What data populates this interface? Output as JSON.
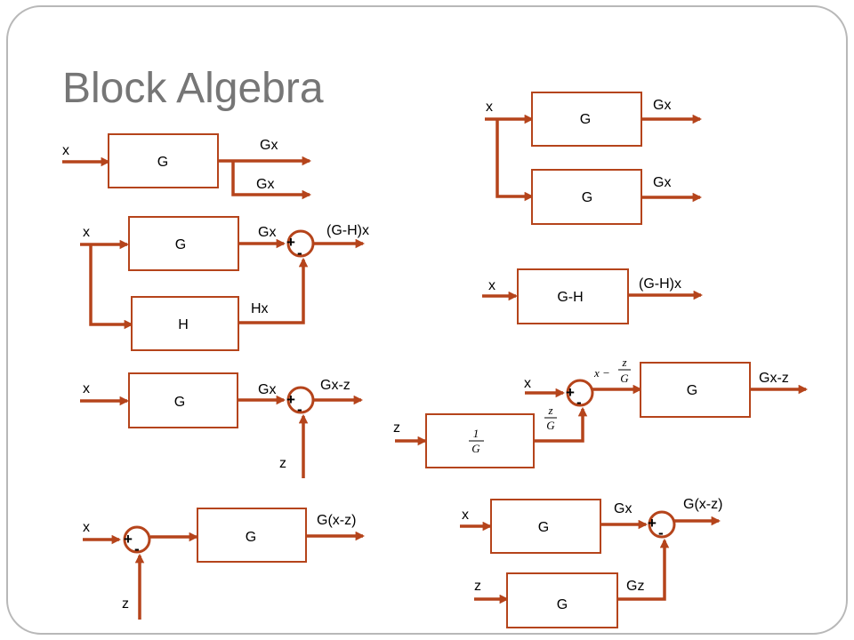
{
  "title": "Block Algebra",
  "colors": {
    "accent": "#b5441b",
    "title": "#767676",
    "border": "#b8b8b8"
  },
  "labels": {
    "x": "x",
    "z": "z",
    "G": "G",
    "H": "H",
    "GminusH": "G-H",
    "Gx": "Gx",
    "Hx": "Hx",
    "Gz": "Gz",
    "GHx": "(G-H)x",
    "Gxz": "Gx-z",
    "Gofxz": "G(x-z)",
    "plus": "+",
    "minus": "-",
    "one": "1",
    "x_minus": "x −"
  }
}
